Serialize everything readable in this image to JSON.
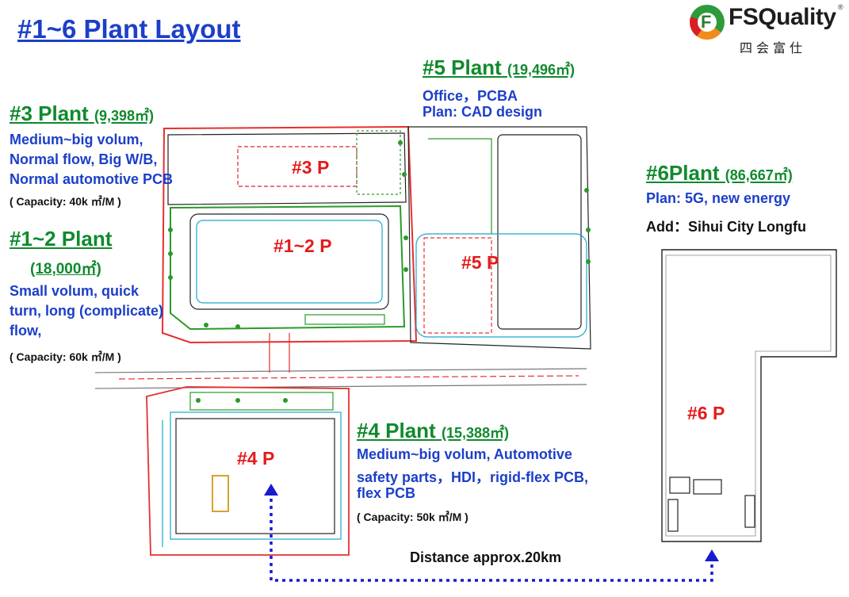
{
  "title": "#1~6 Plant Layout",
  "logo": {
    "name": "FSQuality",
    "sub": "四会富仕",
    "mark": "F",
    "registered": "®"
  },
  "plant3": {
    "name": "#3 Plant",
    "area": "(9,398㎡)",
    "lines": [
      "Medium~big volum,",
      "Normal flow, Big W/B,",
      "Normal automotive PCB"
    ],
    "capacity": "( Capacity: 40k ㎡/M )"
  },
  "plant12": {
    "name": "#1~2 Plant",
    "area": "(18,000㎡)",
    "lines": [
      "Small volum, quick",
      "turn, long (complicate)",
      "flow,"
    ],
    "capacity": "( Capacity: 60k ㎡/M )"
  },
  "plant5": {
    "name": "#5 Plant",
    "area": "(19,496㎡)",
    "lines": [
      "Office，PCBA",
      "Plan: CAD design"
    ]
  },
  "plant6": {
    "name": "#6Plant",
    "area": "(86,667㎡)",
    "plan": "Plan:   5G, new energy",
    "add": "Add：Sihui City Longfu"
  },
  "plant4": {
    "name": "#4 Plant",
    "area": "(15,388㎡)",
    "lines": [
      "Medium~big volum, Automotive",
      "safety parts，HDI，rigid-flex PCB,",
      "flex PCB"
    ],
    "capacity": "( Capacity: 50k ㎡/M )"
  },
  "map_labels": {
    "p3": "#3 P",
    "p12": "#1~2 P",
    "p5": "#5 P",
    "p4": "#4 P",
    "p6": "#6 P"
  },
  "distance": "Distance approx.20km",
  "colors": {
    "title_blue": "#1c3fc9",
    "plant_green": "#0f8a2d",
    "label_red": "#e51a1a",
    "route_blue": "#1a1ad0"
  }
}
